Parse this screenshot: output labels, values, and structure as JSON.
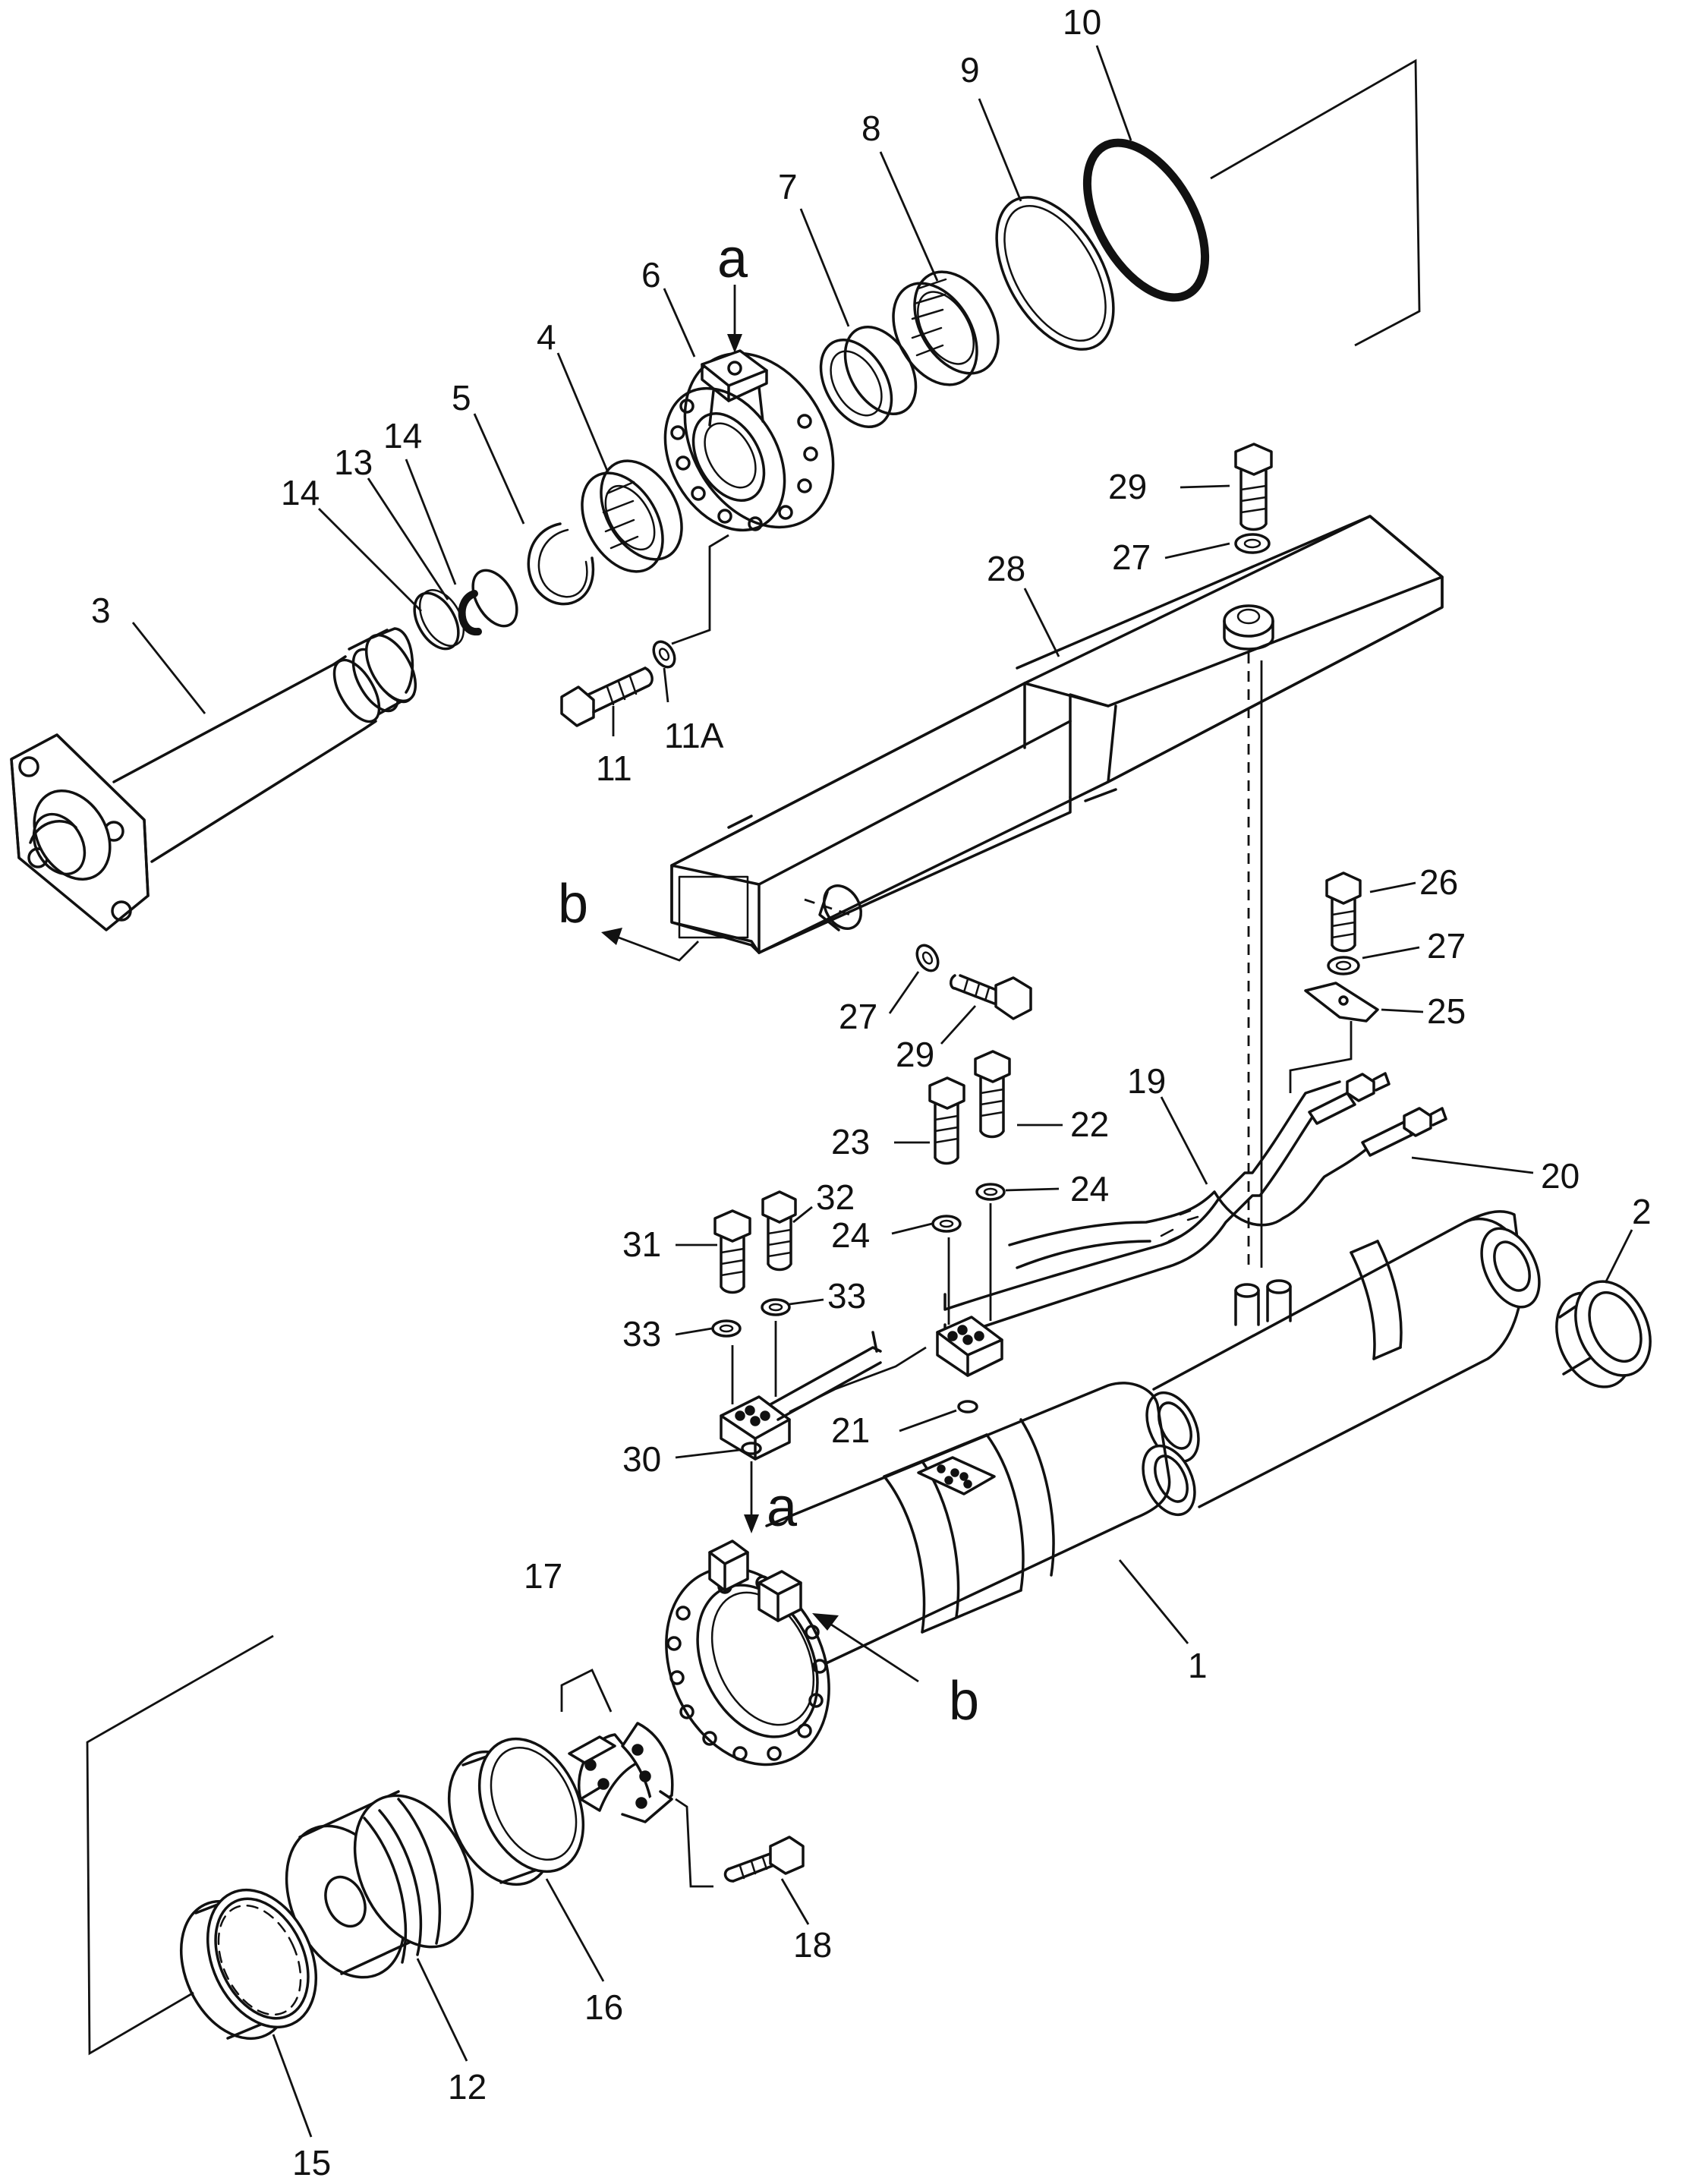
{
  "labels": {
    "p1": "1",
    "p2": "2",
    "p3": "3",
    "p4": "4",
    "p5": "5",
    "p6": "6",
    "p7": "7",
    "p8": "8",
    "p9": "9",
    "p10": "10",
    "p11": "11",
    "p11a": "11A",
    "p12": "12",
    "p13": "13",
    "p14a": "14",
    "p14b": "14",
    "p15": "15",
    "p16": "16",
    "p17": "17",
    "p18": "18",
    "p19": "19",
    "p20": "20",
    "p21": "21",
    "p22": "22",
    "p23": "23",
    "p24a": "24",
    "p24b": "24",
    "p25": "25",
    "p26": "26",
    "p27a": "27",
    "p27b": "27",
    "p27c": "27",
    "p28": "28",
    "p29a": "29",
    "p29b": "29",
    "p30": "30",
    "p31": "31",
    "p32": "32",
    "p33a": "33",
    "p33b": "33",
    "a_top": "a",
    "a_bottom": "a",
    "b_left": "b",
    "b_right": "b"
  }
}
